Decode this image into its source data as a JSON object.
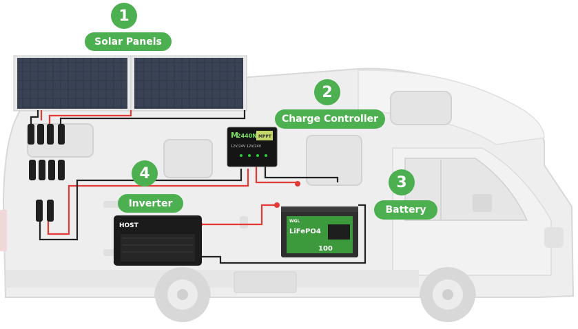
{
  "colors": {
    "accent": "#4caf50",
    "wire_red": "#e53935",
    "wire_black": "#222222",
    "rv_body": "#ebebeb",
    "panel_cell": "#2d3545"
  },
  "callouts": [
    {
      "number": "1",
      "label": "Solar Panels"
    },
    {
      "number": "2",
      "label": "Charge Controller"
    },
    {
      "number": "3",
      "label": "Battery"
    },
    {
      "number": "4",
      "label": "Inverter"
    }
  ],
  "devices": {
    "controller_brand": "M",
    "controller_model": "2440N",
    "controller_screen": "MPPT",
    "controller_volts": "12V/24V  12V/24V",
    "inverter_brand": "HOST",
    "battery_brand": "WGL",
    "battery_chem": "LiFePO4",
    "battery_capacity": "100"
  }
}
